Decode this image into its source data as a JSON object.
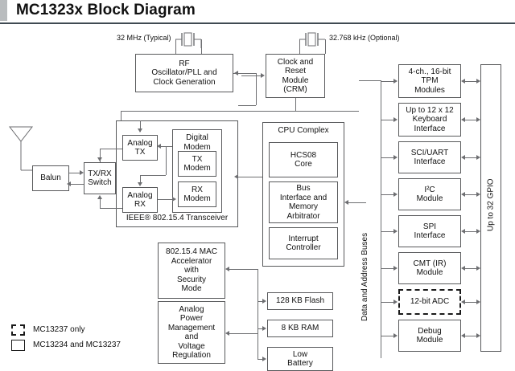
{
  "header": {
    "title": "MC1323x Block Diagram"
  },
  "labels": {
    "crystal_32mhz": "32 MHz (Typical)",
    "crystal_32768": "32.768 kHz (Optional)",
    "transceiver_group": "IEEE® 802.15.4 Transceiver",
    "cpu_group": "CPU Complex",
    "bus_label": "Data and Address Buses",
    "gpio_label": "Up to 32 GPIO"
  },
  "blocks": {
    "rf_osc": "RF\nOscillator/PLL and\nClock Generation",
    "rf_osc_l1": "RF",
    "rf_osc_l2": "Oscillator/PLL and",
    "rf_osc_l3": "Clock Generation",
    "crm_l1": "Clock and",
    "crm_l2": "Reset",
    "crm_l3": "Module",
    "crm_l4": "(CRM)",
    "balun": "Balun",
    "txrx_switch_l1": "TX/RX",
    "txrx_switch_l2": "Switch",
    "analog_tx_l1": "Analog",
    "analog_tx_l2": "TX",
    "analog_rx_l1": "Analog",
    "analog_rx_l2": "RX",
    "digital_modem_l1": "Digital",
    "digital_modem_l2": "Modem",
    "tx_modem_l1": "TX",
    "tx_modem_l2": "Modem",
    "rx_modem_l1": "RX",
    "rx_modem_l2": "Modem",
    "mac_accel_l1": "802.15.4 MAC",
    "mac_accel_l2": "Accelerator",
    "mac_accel_l3": "with",
    "mac_accel_l4": "Security",
    "mac_accel_l5": "Mode",
    "apm_l1": "Analog",
    "apm_l2": "Power",
    "apm_l3": "Management",
    "apm_l4": "and",
    "apm_l5": "Voltage",
    "apm_l6": "Regulation",
    "hcs08_l1": "HCS08",
    "hcs08_l2": "Core",
    "bus_if_l1": "Bus",
    "bus_if_l2": "Interface and",
    "bus_if_l3": "Memory",
    "bus_if_l4": "Arbitrator",
    "irq_l1": "Interrupt",
    "irq_l2": "Controller",
    "flash": "128 KB Flash",
    "ram": "8 KB RAM",
    "low_batt_l1": "Low",
    "low_batt_l2": "Battery",
    "tpm_l1": "4-ch., 16-bit",
    "tpm_l2": "TPM",
    "tpm_l3": "Modules",
    "kbi_l1": "Up to 12 x 12",
    "kbi_l2": "Keyboard",
    "kbi_l3": "Interface",
    "sci_l1": "SCI/UART",
    "sci_l2": "Interface",
    "i2c_l1": "I²C",
    "i2c_l2": "Module",
    "spi_l1": "SPI",
    "spi_l2": "Interface",
    "cmt_l1": "CMT (IR)",
    "cmt_l2": "Module",
    "adc": "12-bit ADC",
    "debug_l1": "Debug",
    "debug_l2": "Module"
  },
  "legend": [
    {
      "style": "dashed",
      "text": "MC13237 only"
    },
    {
      "style": "solid",
      "text": "MC13234 and MC13237"
    }
  ],
  "colors": {
    "line": "#6d6e71",
    "box_border": "#58595b",
    "rule": "#3f4a52",
    "accent": "#b9bcbe",
    "text": "#111111"
  }
}
